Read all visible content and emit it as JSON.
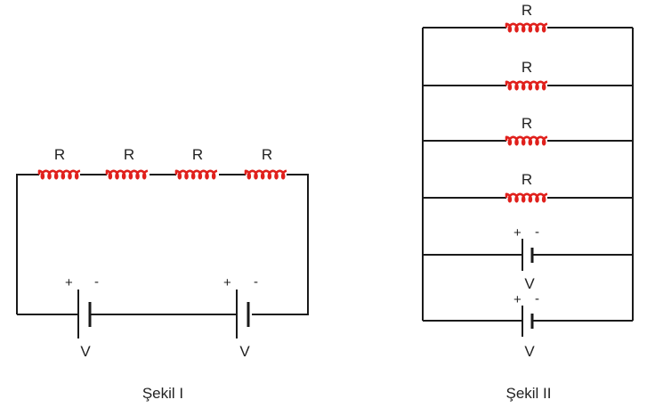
{
  "colors": {
    "wire": "#1a1a1a",
    "resistor": "#e0201c",
    "background": "#ffffff"
  },
  "figure1": {
    "caption": "Şekil I",
    "resistor_labels": [
      "R",
      "R",
      "R",
      "R"
    ],
    "batteries": [
      {
        "plus": "+",
        "minus": "-",
        "label": "V"
      },
      {
        "plus": "+",
        "minus": "-",
        "label": "V"
      }
    ]
  },
  "figure2": {
    "caption": "Şekil II",
    "resistor_labels": [
      "R",
      "R",
      "R",
      "R"
    ],
    "batteries": [
      {
        "plus": "+",
        "minus": "-",
        "label": "V"
      },
      {
        "plus": "+",
        "minus": "-",
        "label": "V"
      }
    ]
  }
}
